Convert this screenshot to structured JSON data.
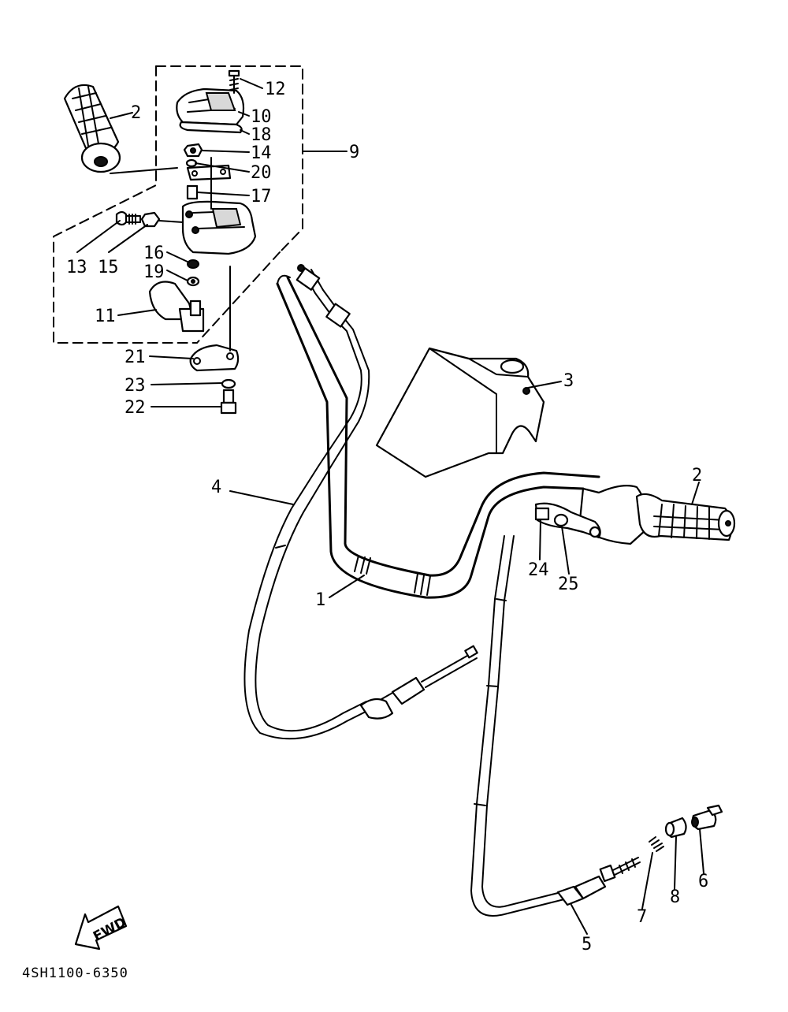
{
  "callouts": {
    "c1": "1",
    "c2a": "2",
    "c2b": "2",
    "c3": "3",
    "c4": "4",
    "c5": "5",
    "c6": "6",
    "c7": "7",
    "c8": "8",
    "c9": "9",
    "c10": "10",
    "c11": "11",
    "c12": "12",
    "c13": "13",
    "c14": "14",
    "c15": "15",
    "c16": "16",
    "c17": "17",
    "c18": "18",
    "c19": "19",
    "c20": "20",
    "c21": "21",
    "c22": "22",
    "c23": "23",
    "c24": "24",
    "c25": "25"
  },
  "direction_arrow": {
    "label": "FWD",
    "icon": "fwd-arrow-icon"
  },
  "diagram_code": "4SH1100-6350"
}
